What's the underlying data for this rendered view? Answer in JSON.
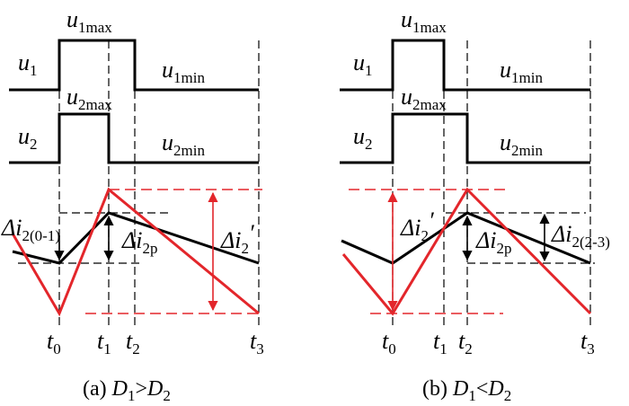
{
  "panel_a": {
    "u1": "u",
    "u1_sub": "1",
    "u1max": "u",
    "u1max_sub": "1max",
    "u1min": "u",
    "u1min_sub": "1min",
    "u2": "u",
    "u2_sub": "2",
    "u2max": "u",
    "u2max_sub": "2max",
    "u2min": "u",
    "u2min_sub": "2min",
    "di201": "Δi",
    "di201_sub": "2(0-1)",
    "di2p": "Δi",
    "di2p_sub": "2p",
    "di2prime": "Δi",
    "di2prime_sub": "2",
    "di2prime_mark": "′",
    "t0": "t",
    "t0_sub": "0",
    "t1": "t",
    "t1_sub": "1",
    "t2": "t",
    "t2_sub": "2",
    "t3": "t",
    "t3_sub": "3",
    "caption_pre": "(a) ",
    "caption_d1": "D",
    "caption_d1_sub": "1",
    "caption_op": ">",
    "caption_d2": "D",
    "caption_d2_sub": "2"
  },
  "panel_b": {
    "u1": "u",
    "u1_sub": "1",
    "u1max": "u",
    "u1max_sub": "1max",
    "u1min": "u",
    "u1min_sub": "1min",
    "u2": "u",
    "u2_sub": "2",
    "u2max": "u",
    "u2max_sub": "2max",
    "u2min": "u",
    "u2min_sub": "2min",
    "di2prime": "Δi",
    "di2prime_sub": "2",
    "di2prime_mark": "′",
    "di2p": "Δi",
    "di2p_sub": "2p",
    "di223": "Δi",
    "di223_sub": "2(2-3)",
    "t0": "t",
    "t0_sub": "0",
    "t1": "t",
    "t1_sub": "1",
    "t2": "t",
    "t2_sub": "2",
    "t3": "t",
    "t3_sub": "3",
    "caption_pre": "(b) ",
    "caption_d1": "D",
    "caption_d1_sub": "1",
    "caption_op": "<",
    "caption_d2": "D",
    "caption_d2_sub": "2"
  },
  "colors": {
    "signal": "#000000",
    "current_red": "#e3262b"
  }
}
